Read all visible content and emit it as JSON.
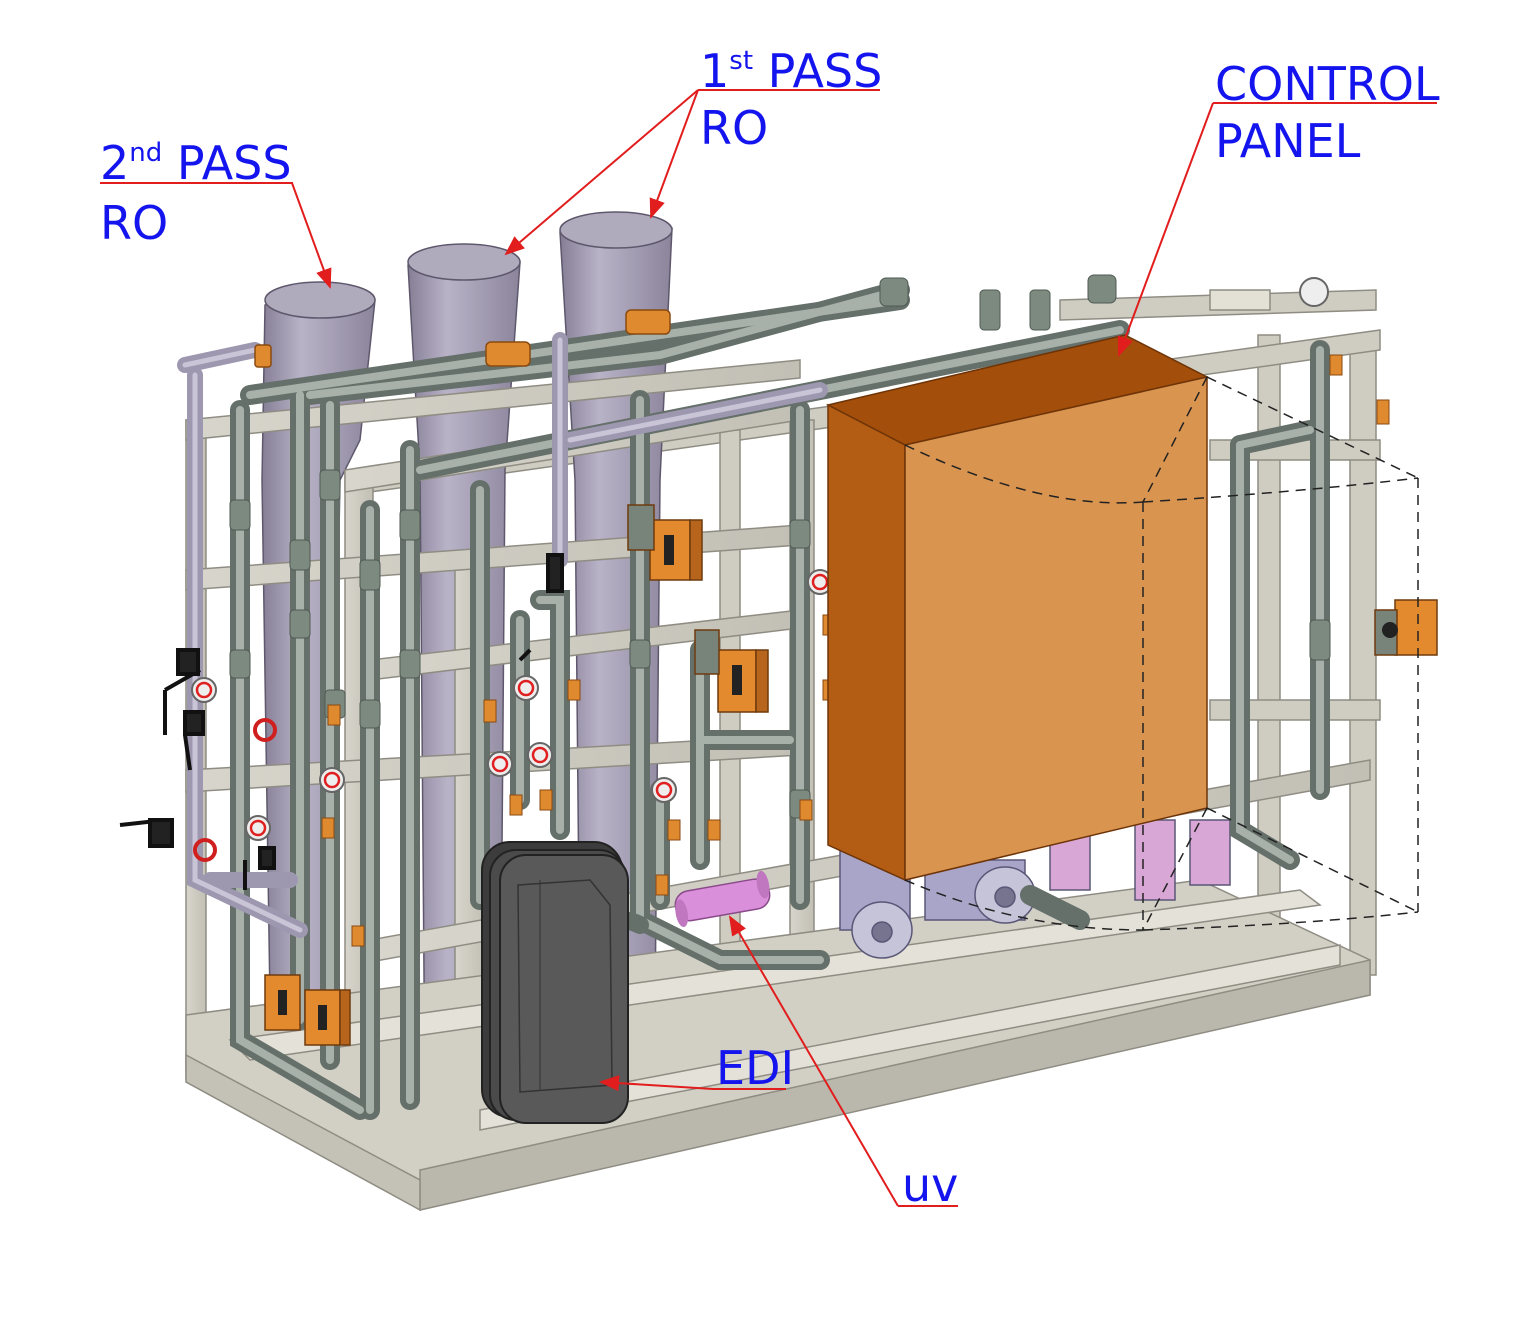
{
  "labels": {
    "second_pass_ro": {
      "number": "2",
      "suffix": "nd",
      "text": "PASS",
      "line2": "RO"
    },
    "first_pass_ro": {
      "number": "1",
      "suffix": "st",
      "text": "PASS",
      "line2": "RO"
    },
    "control_panel": {
      "line1": "CONTROL",
      "line2": "PANEL"
    },
    "uv": "uv",
    "edi": "EDI"
  },
  "colors": {
    "label_text": "#1414ee",
    "leader_line": "#e11d1d",
    "frame": "#dcdad0",
    "frame_dark": "#b9b7ab",
    "pipe": "#8e9a91",
    "vessel": "#9e97ad",
    "control_panel": "#d99450",
    "control_panel_side": "#b35c13",
    "control_panel_top": "#a34e0a",
    "edi": "#555555",
    "uv": "#d98fd9",
    "valve_actuator": "#e48a2e",
    "pump": "#a9a5c9"
  }
}
